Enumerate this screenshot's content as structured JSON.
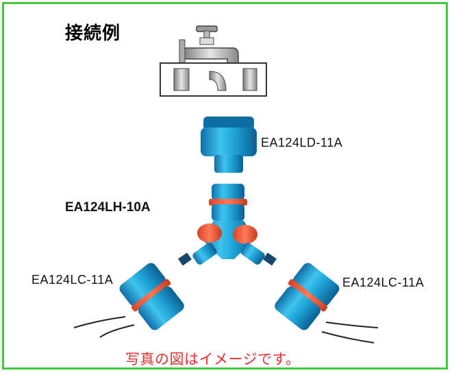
{
  "title": "接続例",
  "labels": {
    "faucet_adapter": "EA124LD-11A",
    "y_connector": "EA124LH-10A",
    "hose_connector_left": "EA124LC-11A",
    "hose_connector_right": "EA124LC-11A"
  },
  "caption": "写真の図はイメージです。",
  "colors": {
    "border": "#3ec93e",
    "connector_blue": "#1fa3d6",
    "ring_orange": "#f25b3a",
    "caption_red": "#e33232"
  }
}
